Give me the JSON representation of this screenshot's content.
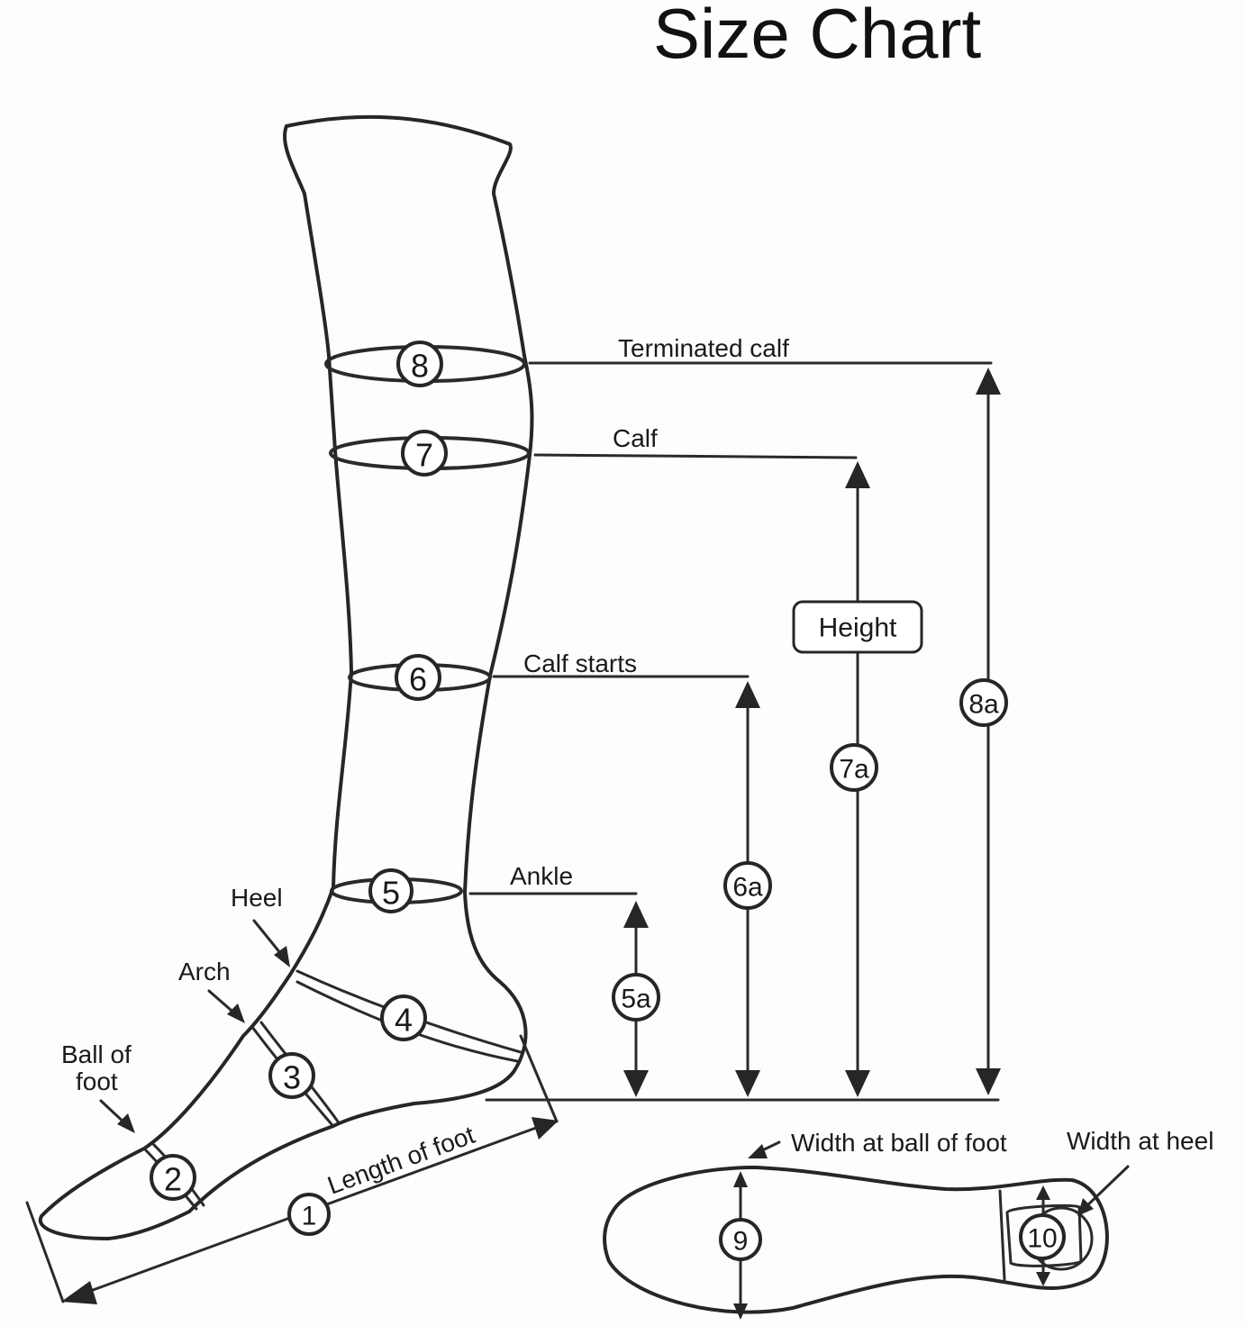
{
  "title": "Size Chart",
  "labels": {
    "terminated_calf": "Terminated calf",
    "calf": "Calf",
    "calf_starts": "Calf starts",
    "ankle": "Ankle",
    "heel": "Heel",
    "arch": "Arch",
    "ball_of_foot_line1": "Ball of",
    "ball_of_foot_line2": "foot",
    "length_of_foot": "Length of foot",
    "height": "Height",
    "width_at_ball_of_foot": "Width at ball of foot",
    "width_at_heel": "Width at heel"
  },
  "markers": {
    "m1": "1",
    "m2": "2",
    "m3": "3",
    "m4": "4",
    "m5": "5",
    "m6": "6",
    "m7": "7",
    "m8": "8",
    "m9": "9",
    "m10": "10",
    "m5a": "5a",
    "m6a": "6a",
    "m7a": "7a",
    "m8a": "8a"
  }
}
